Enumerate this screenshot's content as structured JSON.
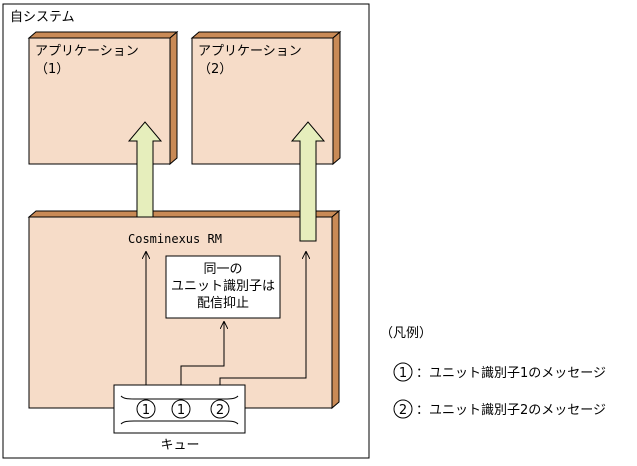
{
  "system_label": "自システム",
  "app1": {
    "line1": "アプリケーション",
    "line2": "（1）"
  },
  "app2": {
    "line1": "アプリケーション",
    "line2": "（2）"
  },
  "rm_label": "Cosminexus RM",
  "suppress_box": {
    "line1": "同一の",
    "line2": "ユニット識別子は",
    "line3": "配信抑止"
  },
  "queue_label": "キュー",
  "queue_items": [
    "1",
    "1",
    "2"
  ],
  "legend": {
    "title": "（凡例）",
    "items": [
      {
        "num": "1",
        "text": "：ユニット識別子1のメッセージ"
      },
      {
        "num": "2",
        "text": "：ユニット識別子2のメッセージ"
      }
    ]
  },
  "colors": {
    "node_fill": "#f6dcc8",
    "node_side": "#c98a56",
    "arrow_fill": "#e6eebc"
  }
}
